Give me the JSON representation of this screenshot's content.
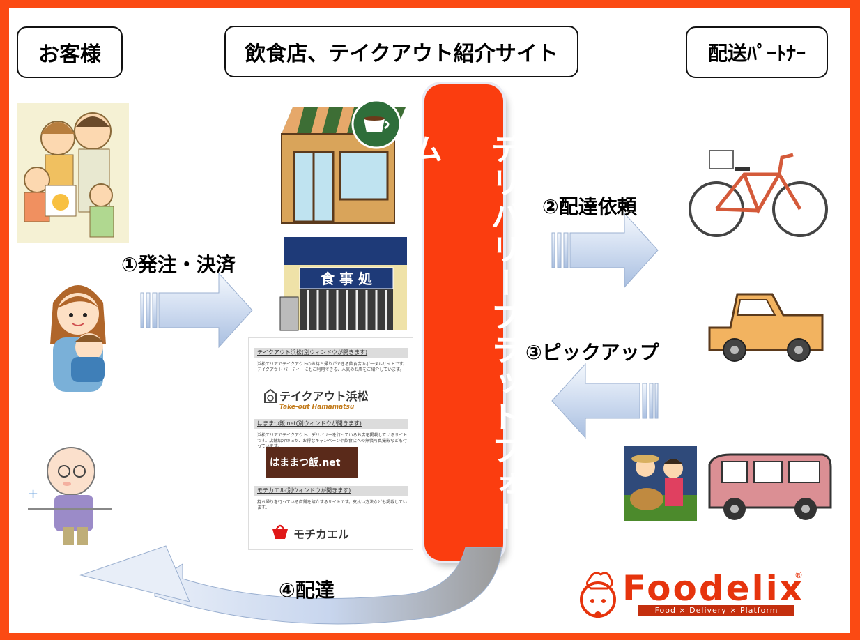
{
  "headers": {
    "customer": "お客様",
    "site": "飲食店、テイクアウト紹介サイト",
    "partner": "配送ﾊﾟｰﾄﾅｰ"
  },
  "platform": "デリバリープラットフォーム",
  "steps": {
    "order": "①発注・決済",
    "request": "②配達依頼",
    "pickup": "③ピックアップ",
    "delivery": "④配達"
  },
  "signs": {
    "shop": "食 事 処"
  },
  "site_listing": {
    "sections": [
      {
        "title": "テイクアウト浜松(別ウィンドウが開きます)",
        "description": "浜松エリアでテイクアウトのお持ち帰りができる飲食店のポータルサイトです。テイクアウト パーティーにもご利用できる、人気のお店をご紹介しています。",
        "logo": "テイクアウト浜松",
        "logo_sub": "Take-out Hamamatsu"
      },
      {
        "title": "はままつ飯.net(別ウィンドウが開きます)",
        "description": "浜松エリアでテイクアウト、デリバリーを行っているお店を掲載しているサイトです。店舗紹介のほか、お得なキャンペーンや飲食店への無償写真撮影なども行っています。",
        "logo": "はままつ飯.net"
      },
      {
        "title": "モチカエル(別ウィンドウが開きます)",
        "description": "持ち帰りを行っている店舗を紹介するサイトです。支払い方法なども掲載しています。",
        "logo": "モチカエル"
      }
    ]
  },
  "brand": {
    "name": "Foodelix",
    "registered": "®",
    "tagline": "Food × Delivery × Platform"
  },
  "colors": {
    "frame": "#fb4a13",
    "platform": "#fb3d0f",
    "arrow": "#d8e4f6",
    "brand": "#e6340d"
  }
}
